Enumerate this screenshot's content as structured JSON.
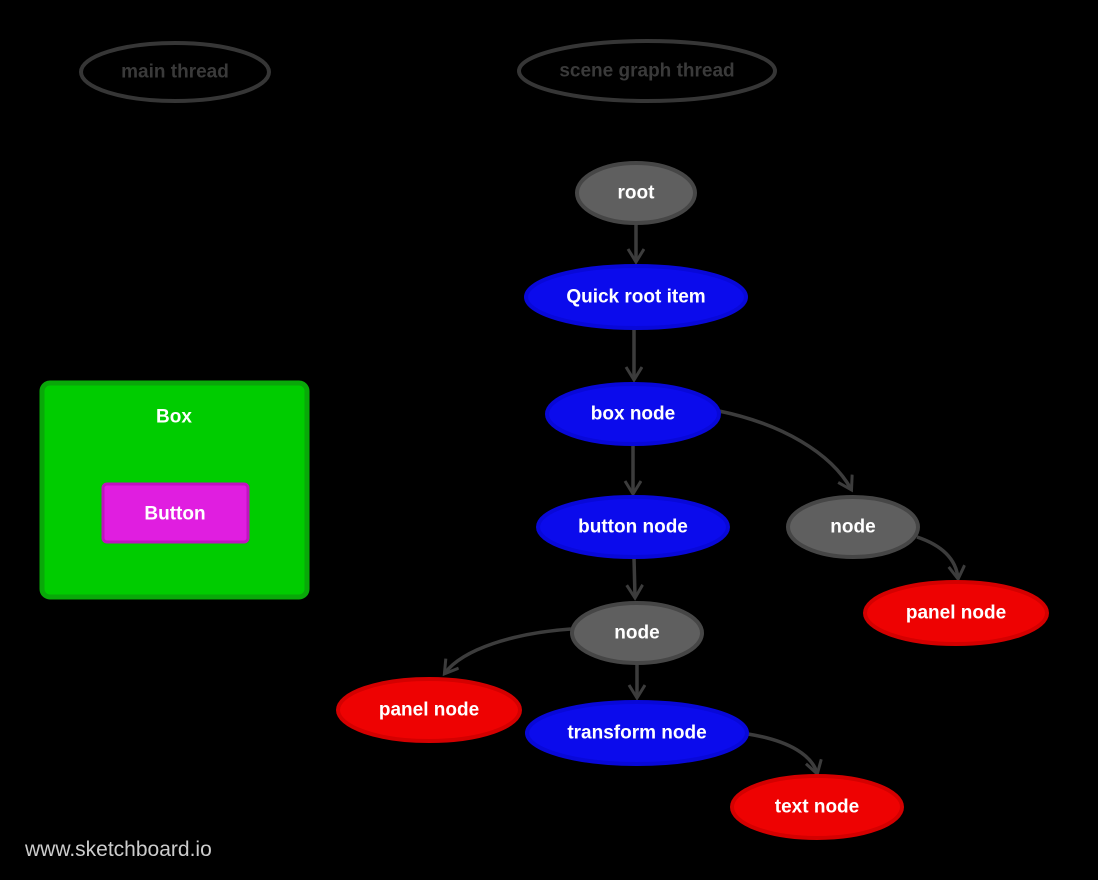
{
  "page": {
    "background": "#000000",
    "watermark_label": "www.sketchboard.io",
    "watermark_color": "#cccccc"
  },
  "colors": {
    "arrow": "#3c3c3c",
    "thread_outline": "#363636",
    "thread_text": "#3a3a3a",
    "gray_fill": "#5f5f5f",
    "gray_stroke": "#464646",
    "blue_fill": "#0b0bec",
    "blue_stroke": "#0808d8",
    "red_fill": "#ee0202",
    "red_stroke": "#d40000",
    "green_fill": "#00cc00",
    "green_stroke": "#09a809",
    "magenta_fill": "#e01ee0",
    "magenta_stroke": "#c013c0",
    "node_text": "#ffffff"
  },
  "threads": {
    "main": {
      "label": "main thread"
    },
    "scene": {
      "label": "scene graph thread"
    }
  },
  "ui_mock": {
    "box_label": "Box",
    "button_label": "Button"
  },
  "scene_graph": {
    "nodes": [
      {
        "id": "root",
        "label": "root",
        "kind": "gray"
      },
      {
        "id": "quick-root-item",
        "label": "Quick root item",
        "kind": "blue"
      },
      {
        "id": "box-node",
        "label": "box node",
        "kind": "blue"
      },
      {
        "id": "button-node",
        "label": "button node",
        "kind": "blue"
      },
      {
        "id": "node-right",
        "label": "node",
        "kind": "gray"
      },
      {
        "id": "panel-node-right",
        "label": "panel node",
        "kind": "red"
      },
      {
        "id": "node-mid",
        "label": "node",
        "kind": "gray"
      },
      {
        "id": "panel-node-left",
        "label": "panel node",
        "kind": "red"
      },
      {
        "id": "transform-node",
        "label": "transform node",
        "kind": "blue"
      },
      {
        "id": "text-node",
        "label": "text node",
        "kind": "red"
      }
    ],
    "edges": [
      {
        "from": "root",
        "to": "quick-root-item"
      },
      {
        "from": "quick-root-item",
        "to": "box-node"
      },
      {
        "from": "box-node",
        "to": "button-node"
      },
      {
        "from": "box-node",
        "to": "node-right"
      },
      {
        "from": "node-right",
        "to": "panel-node-right"
      },
      {
        "from": "button-node",
        "to": "node-mid"
      },
      {
        "from": "node-mid",
        "to": "panel-node-left"
      },
      {
        "from": "node-mid",
        "to": "transform-node"
      },
      {
        "from": "transform-node",
        "to": "text-node"
      }
    ]
  }
}
